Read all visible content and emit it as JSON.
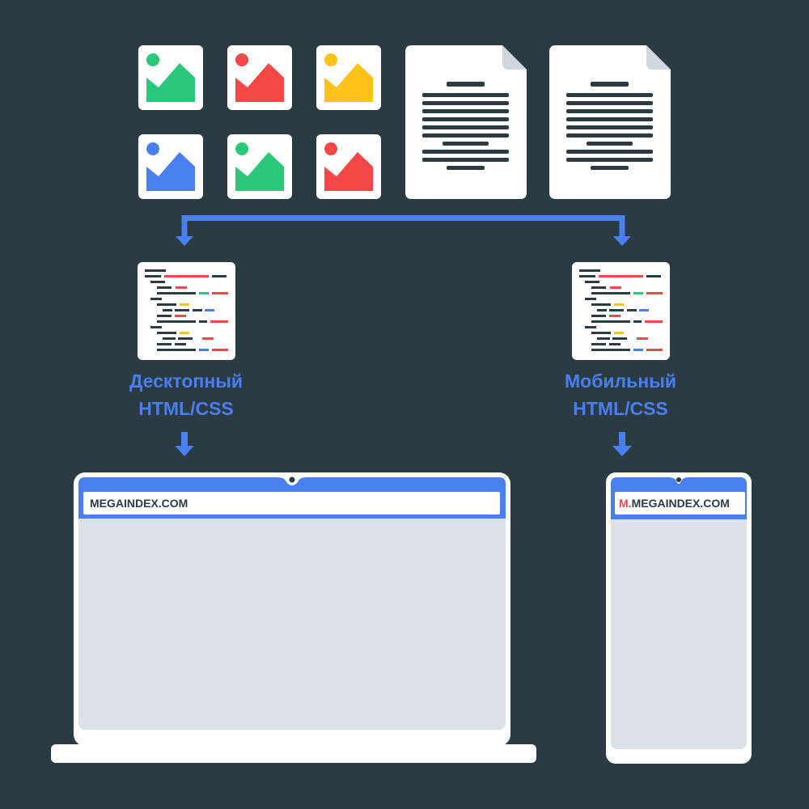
{
  "colors": {
    "background": "#2b3b44",
    "accent": "#4a7ff0",
    "green": "#2bc77a",
    "red": "#f44848",
    "yellow": "#ffc21a",
    "blue": "#4a7ff0",
    "paper": "#ffffff",
    "screen": "#dae2e7"
  },
  "assets": {
    "images": [
      {
        "icon": "image-icon",
        "color": "#2bc77a"
      },
      {
        "icon": "image-icon",
        "color": "#f44848"
      },
      {
        "icon": "image-icon",
        "color": "#ffc21a"
      },
      {
        "icon": "image-icon",
        "color": "#4a7ff0"
      },
      {
        "icon": "image-icon",
        "color": "#2bc77a"
      },
      {
        "icon": "image-icon",
        "color": "#f44848"
      }
    ],
    "documents": [
      {
        "icon": "document-icon"
      },
      {
        "icon": "document-icon"
      }
    ]
  },
  "desktop": {
    "label_line1": "Десктопный",
    "label_line2": "HTML/CSS",
    "address": "MEGAINDEX.COM"
  },
  "mobile": {
    "label_line1": "Мобильный",
    "label_line2": "HTML/CSS",
    "address_prefix": "M.",
    "address": "MEGAINDEX.COM"
  }
}
